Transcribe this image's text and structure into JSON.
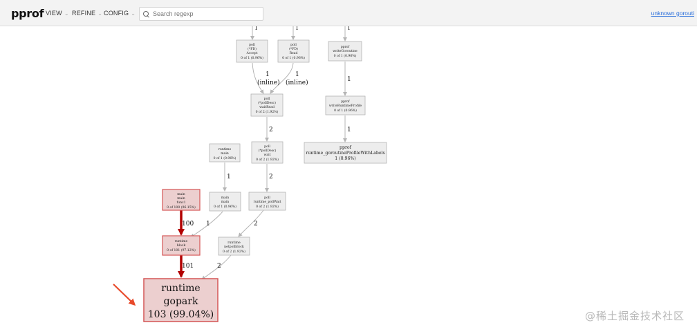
{
  "header": {
    "logo": "pprof",
    "menus": [
      {
        "label": "VIEW"
      },
      {
        "label": "REFINE"
      },
      {
        "label": "CONFIG"
      }
    ],
    "search_placeholder": "Search regexp",
    "profile_link": "unknown gorouti"
  },
  "graph": {
    "nodes": {
      "poll_accept": [
        "poll",
        "(*FD)",
        "Accept",
        "0 of 1 (0.96%)"
      ],
      "poll_read": [
        "poll",
        "(*FD)",
        "Read",
        "0 of 1 (0.96%)"
      ],
      "pprof_writegoroutine": [
        "pprof",
        "writeGoroutine",
        "0 of 1 (0.96%)"
      ],
      "poll_waitread": [
        "poll",
        "(*pollDesc)",
        "waitRead",
        "0 of 2 (1.92%)"
      ],
      "pprof_writeruntimeprofile": [
        "pprof",
        "writeRuntimeProfile",
        "0 of 1 (0.96%)"
      ],
      "runtime_main": [
        "runtime",
        "main",
        "0 of 1 (0.96%)"
      ],
      "poll_wait": [
        "poll",
        "(*pollDesc)",
        "wait",
        "0 of 2 (1.92%)"
      ],
      "pprof_goroutineprofile": [
        "pprof",
        "runtime_goroutineProfileWithLabels",
        "1 (0.96%)"
      ],
      "main_func1": [
        "main",
        "main",
        "func1",
        "0 of 100 (96.15%)"
      ],
      "main_main": [
        "main",
        "main",
        "0 of 1 (0.96%)"
      ],
      "poll_runtime_pollwait": [
        "poll",
        "runtime_pollWait",
        "0 of 2 (1.92%)"
      ],
      "runtime_netpollblock": [
        "runtime",
        "netpollblock",
        "0 of 2 (1.92%)"
      ],
      "runtime_block": [
        "runtime",
        "block",
        "0 of 101 (97.12%)"
      ],
      "runtime_gopark": [
        "runtime",
        "gopark",
        "103 (99.04%)"
      ]
    },
    "edge_labels": {
      "top_accept": "1",
      "top_read": "1",
      "top_writegoroutine": "1",
      "accept_waitread": [
        "1",
        "(inline)"
      ],
      "read_waitread": [
        "1",
        "(inline)"
      ],
      "writegoroutine_writeruntime": "1",
      "waitread_wait": "2",
      "writeruntime_goroutineprofile": "1",
      "runtimemain_mainmain": "1",
      "wait_pollwait": "2",
      "func1_block": "100",
      "mainmain_block": "1",
      "pollwait_netpollblock": "2",
      "block_gopark": "101",
      "netpollblock_gopark": "2"
    }
  },
  "colors": {
    "hot_edge": "#b20000",
    "cold_edge": "#b5b5b5",
    "hot_node_fill": "#eccfcf",
    "hot_node_border": "#d45555",
    "node_fill": "#ededed",
    "node_border": "#b3b3b3",
    "annotation_arrow": "#e84a2b"
  },
  "watermark": "@稀土掘金技术社区"
}
